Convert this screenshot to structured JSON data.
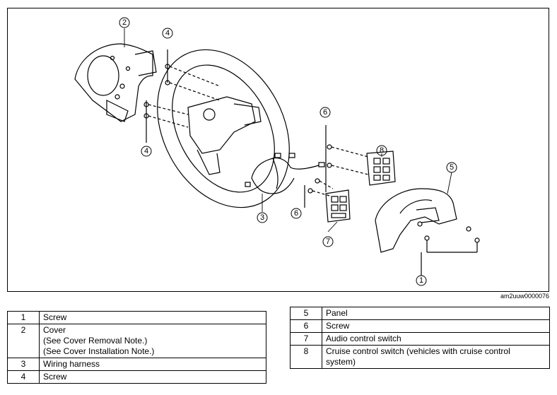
{
  "figure_id": "am2uuw0000076",
  "callouts": [
    "1",
    "2",
    "3",
    "4",
    "5",
    "6",
    "7",
    "8"
  ],
  "legend_left": [
    {
      "num": "1",
      "lines": [
        "Screw"
      ]
    },
    {
      "num": "2",
      "lines": [
        "Cover",
        "(See Cover Removal Note.)",
        "(See Cover Installation Note.)"
      ]
    },
    {
      "num": "3",
      "lines": [
        "Wiring harness"
      ]
    },
    {
      "num": "4",
      "lines": [
        "Screw"
      ]
    }
  ],
  "legend_right": [
    {
      "num": "5",
      "lines": [
        "Panel"
      ]
    },
    {
      "num": "6",
      "lines": [
        "Screw"
      ]
    },
    {
      "num": "7",
      "lines": [
        "Audio control switch"
      ]
    },
    {
      "num": "8",
      "lines": [
        "Cruise control switch (vehicles with cruise control",
        "system)"
      ]
    }
  ]
}
